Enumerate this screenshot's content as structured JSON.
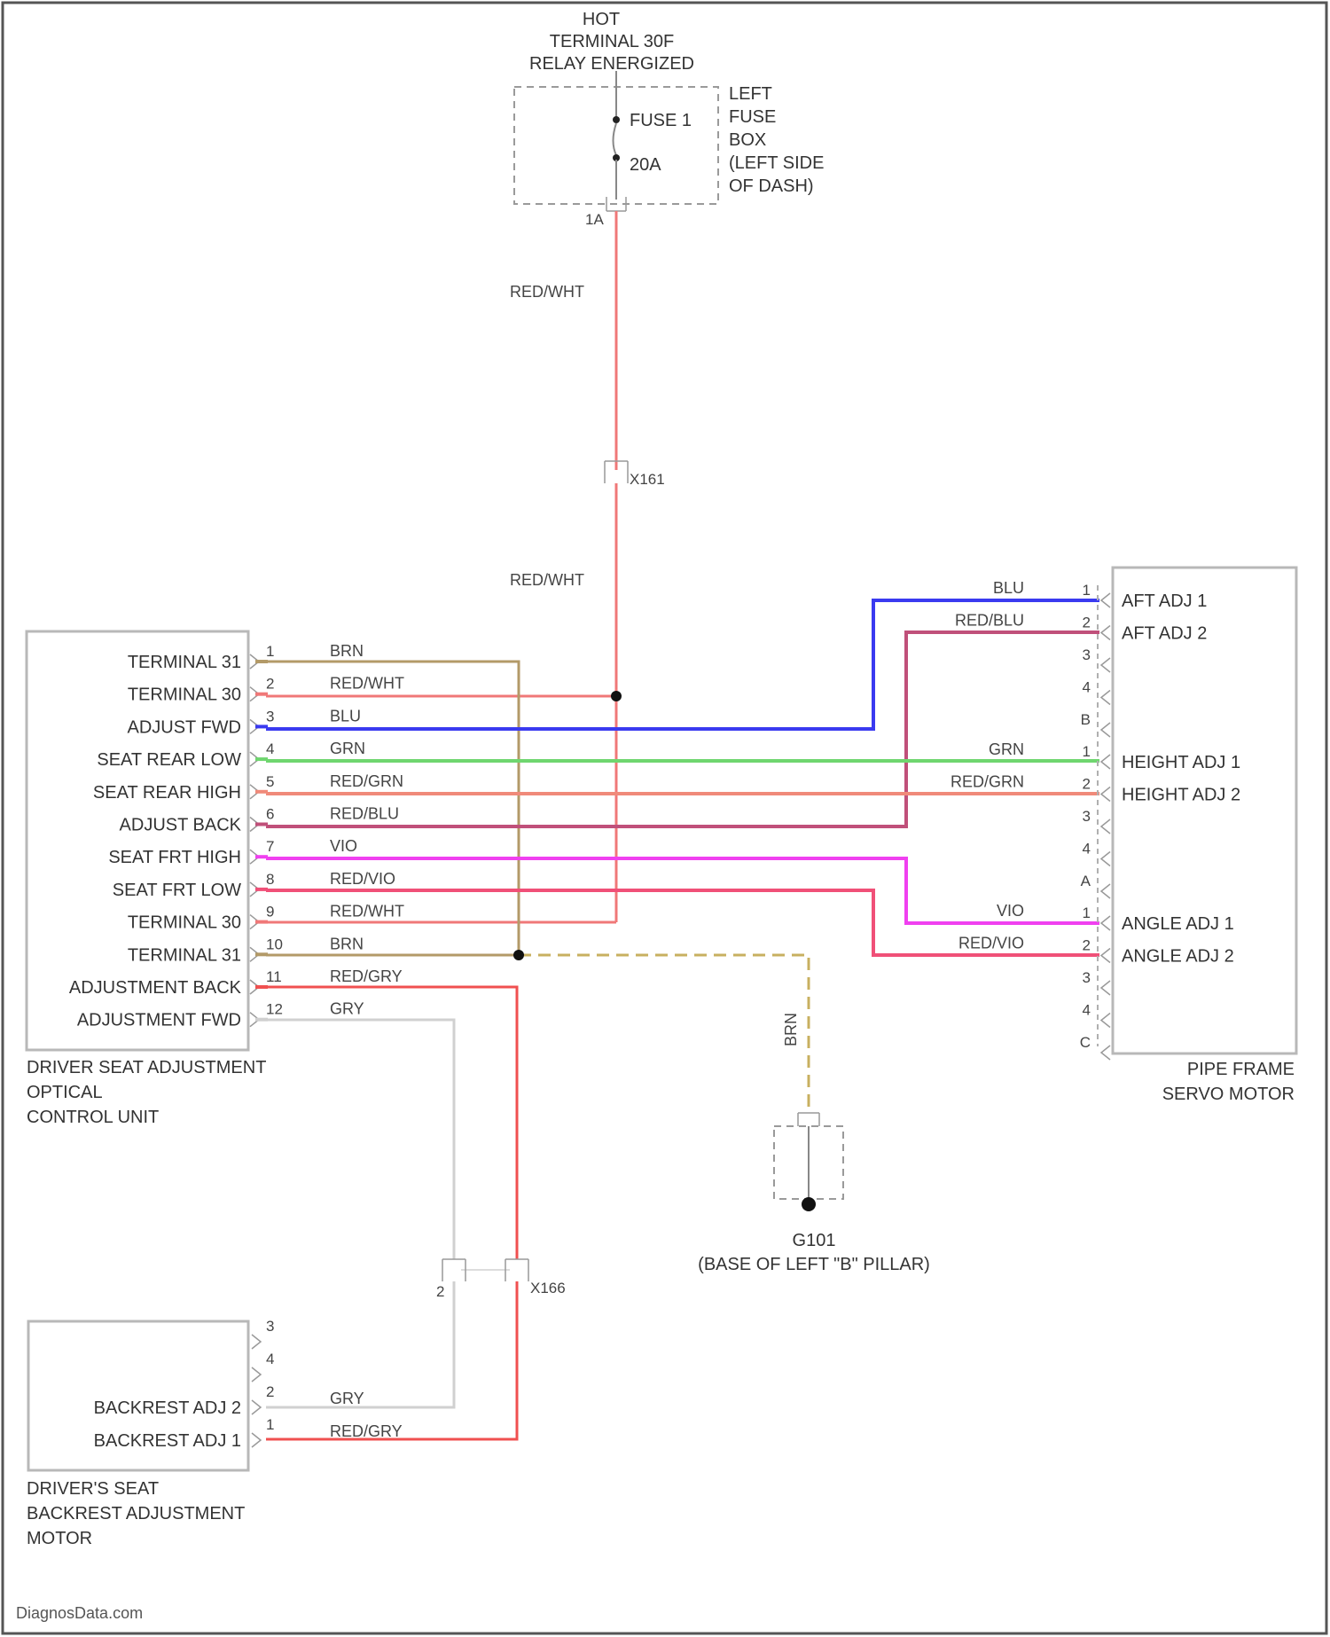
{
  "power_source": {
    "label_lines": [
      "HOT",
      "TERMINAL 30F",
      "RELAY ENERGIZED"
    ]
  },
  "fuse_box": {
    "fuse_name": "FUSE 1",
    "fuse_rating": "20A",
    "location_lines": [
      "LEFT",
      "FUSE",
      "BOX",
      "(LEFT SIDE",
      "OF DASH)"
    ],
    "pin": "1A"
  },
  "connectors": {
    "x161": "X161",
    "x166": "X166",
    "x166_pin": "2"
  },
  "feed_wire": {
    "color_label": "RED/WHT"
  },
  "control_unit": {
    "name_lines": [
      "DRIVER SEAT ADJUSTMENT",
      "OPTICAL",
      "CONTROL UNIT"
    ],
    "pins": [
      {
        "num": "1",
        "func": "TERMINAL 31",
        "wire": "BRN",
        "color": "#b39a68"
      },
      {
        "num": "2",
        "func": "TERMINAL 30",
        "wire": "RED/WHT",
        "color": "#f07878"
      },
      {
        "num": "3",
        "func": "ADJUST FWD",
        "wire": "BLU",
        "color": "#3a3af0"
      },
      {
        "num": "4",
        "func": "SEAT REAR LOW",
        "wire": "GRN",
        "color": "#6fd66f"
      },
      {
        "num": "5",
        "func": "SEAT REAR HIGH",
        "wire": "RED/GRN",
        "color": "#f08a7a"
      },
      {
        "num": "6",
        "func": "ADJUST BACK",
        "wire": "RED/BLU",
        "color": "#c0507a"
      },
      {
        "num": "7",
        "func": "SEAT FRT HIGH",
        "wire": "VIO",
        "color": "#f040f0"
      },
      {
        "num": "8",
        "func": "SEAT FRT LOW",
        "wire": "RED/VIO",
        "color": "#f05078"
      },
      {
        "num": "9",
        "func": "TERMINAL 30",
        "wire": "RED/WHT",
        "color": "#f07878"
      },
      {
        "num": "10",
        "func": "TERMINAL 31",
        "wire": "BRN",
        "color": "#b39a68"
      },
      {
        "num": "11",
        "func": "ADJUSTMENT BACK",
        "wire": "RED/GRY",
        "color": "#f05050"
      },
      {
        "num": "12",
        "func": "ADJUSTMENT FWD",
        "wire": "GRY",
        "color": "#d0d0d0"
      }
    ]
  },
  "servo_motor": {
    "name_lines": [
      "PIPE FRAME",
      "SERVO MOTOR"
    ],
    "sections": [
      {
        "pins": [
          "1",
          "2",
          "3",
          "4",
          "B"
        ],
        "funcs": [
          "AFT ADJ 1",
          "AFT ADJ 2",
          "",
          "",
          ""
        ],
        "wires": [
          "BLU",
          "RED/BLU",
          "",
          "",
          ""
        ]
      },
      {
        "pins": [
          "1",
          "2",
          "3",
          "4",
          "A"
        ],
        "funcs": [
          "HEIGHT ADJ 1",
          "HEIGHT ADJ 2",
          "",
          "",
          ""
        ],
        "wires": [
          "GRN",
          "RED/GRN",
          "",
          "",
          ""
        ]
      },
      {
        "pins": [
          "1",
          "2",
          "3",
          "4",
          "C"
        ],
        "funcs": [
          "ANGLE ADJ 1",
          "ANGLE ADJ 2",
          "",
          "",
          ""
        ],
        "wires": [
          "VIO",
          "RED/VIO",
          "",
          "",
          ""
        ]
      }
    ]
  },
  "ground": {
    "wire": "BRN",
    "name": "G101",
    "location": "(BASE OF LEFT \"B\" PILLAR)"
  },
  "backrest_motor": {
    "name_lines": [
      "DRIVER'S SEAT",
      "BACKREST ADJUSTMENT",
      "MOTOR"
    ],
    "pins": [
      "3",
      "4",
      "2",
      "1"
    ],
    "funcs": [
      "",
      "",
      "BACKREST ADJ 2",
      "BACKREST ADJ 1"
    ],
    "wires": [
      "",
      "",
      "GRY",
      "RED/GRY"
    ]
  },
  "watermark": "DiagnosData.com"
}
